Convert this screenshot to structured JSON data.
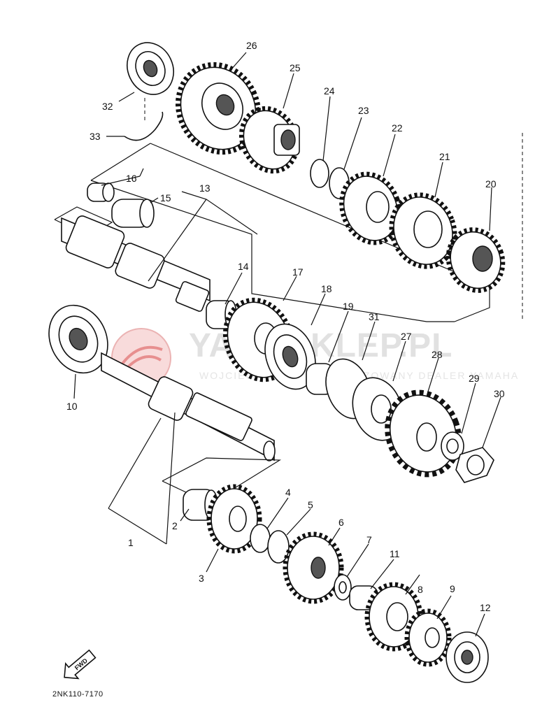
{
  "watermark": {
    "title": "YAMASKLEP.PL",
    "subtitle": "WOJCIECH KLIMEK AUTORYZOWANY DEALER YAMAHA",
    "logo_color": "#e06a6a"
  },
  "fwd_label": "FWD",
  "reference_code": "2NK110-7170",
  "callouts": {
    "p1": "1",
    "p2": "2",
    "p3": "3",
    "p4": "4",
    "p5": "5",
    "p6": "6",
    "p7": "7",
    "p8": "8",
    "p9": "9",
    "p10": "10",
    "p11": "11",
    "p12": "12",
    "p13": "13",
    "p14": "14",
    "p15": "15",
    "p16": "16",
    "p17": "17",
    "p18": "18",
    "p19": "19",
    "p20": "20",
    "p21": "21",
    "p22": "22",
    "p23": "23",
    "p24": "24",
    "p25": "25",
    "p26": "26",
    "p27": "27",
    "p28": "28",
    "p29": "29",
    "p30": "30",
    "p31": "31",
    "p32": "32",
    "p33": "33"
  }
}
